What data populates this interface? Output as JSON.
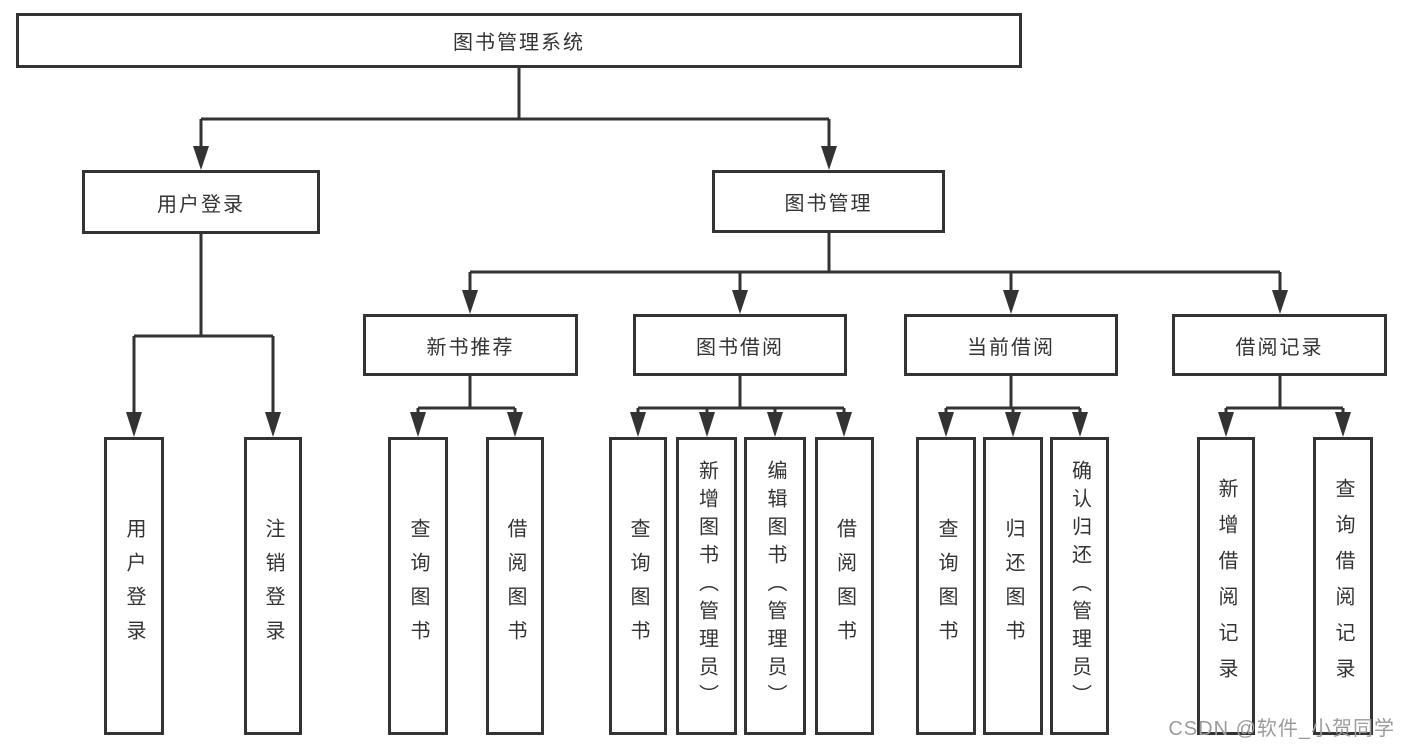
{
  "nodes": {
    "root": {
      "label": "图书管理系统"
    },
    "user_login": {
      "label": "用户登录"
    },
    "book_mgmt": {
      "label": "图书管理"
    },
    "new_book_rec": {
      "label": "新书推荐"
    },
    "book_borrow": {
      "label": "图书借阅"
    },
    "current_borrow": {
      "label": "当前借阅"
    },
    "borrow_records": {
      "label": "借阅记录"
    },
    "leaf_user_login": {
      "label": "用户登录"
    },
    "leaf_logout": {
      "label": "注销登录"
    },
    "leaf_query_book_rec": {
      "label": "查询图书"
    },
    "leaf_borrow_book_rec": {
      "label": "借阅图书"
    },
    "leaf_query_book_bor": {
      "label": "查询图书"
    },
    "leaf_add_book": {
      "label": "新增图书（管理员）"
    },
    "leaf_edit_book": {
      "label": "编辑图书（管理员）"
    },
    "leaf_borrow_book_bor": {
      "label": "借阅图书"
    },
    "leaf_query_book_cur": {
      "label": "查询图书"
    },
    "leaf_return_book": {
      "label": "归还图书"
    },
    "leaf_confirm_return": {
      "label": "确认归还（管理员）"
    },
    "leaf_add_record": {
      "label": "新增借阅记录"
    },
    "leaf_query_record": {
      "label": "查询借阅记录"
    }
  },
  "hierarchy": {
    "图书管理系统": {
      "用户登录": [
        "用户登录",
        "注销登录"
      ],
      "图书管理": {
        "新书推荐": [
          "查询图书",
          "借阅图书"
        ],
        "图书借阅": [
          "查询图书",
          "新增图书（管理员）",
          "编辑图书（管理员）",
          "借阅图书"
        ],
        "当前借阅": [
          "查询图书",
          "归还图书",
          "确认归还（管理员）"
        ],
        "借阅记录": [
          "新增借阅记录",
          "查询借阅记录"
        ]
      }
    }
  },
  "watermark": {
    "text": "CSDN @软件_小贺同学"
  },
  "colors": {
    "line": "#333333",
    "box_border": "#333333",
    "background": "#ffffff",
    "watermark_text": "#9b9b9b"
  }
}
